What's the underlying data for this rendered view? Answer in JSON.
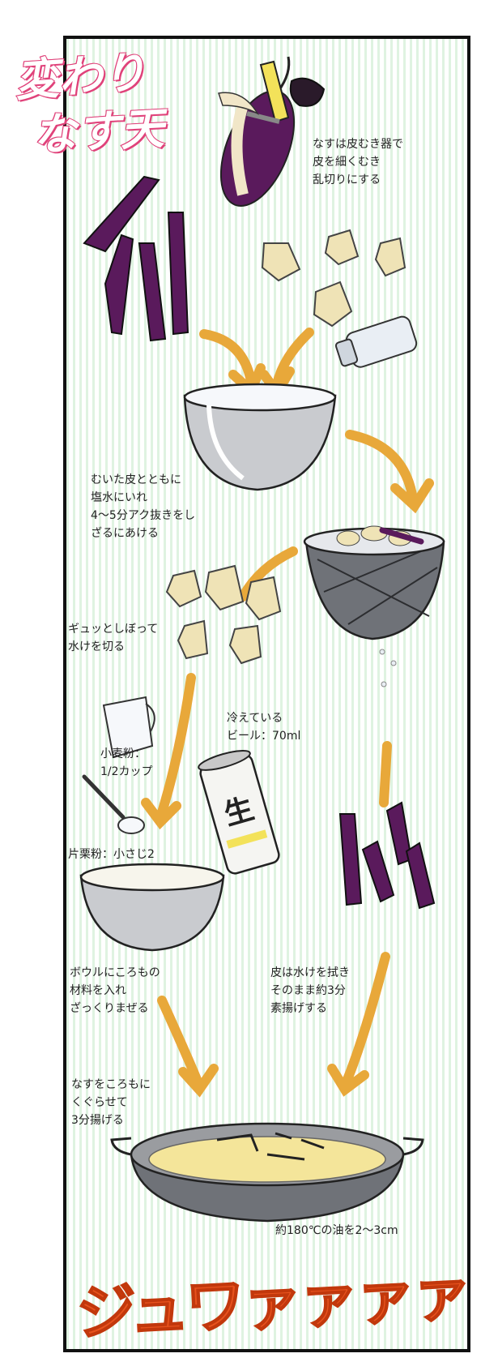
{
  "title": {
    "line1": "変わり",
    "line2": "なす天"
  },
  "steps": {
    "peel_cut": [
      "なすは皮むき器で",
      "皮を細くむき",
      "乱切りにする"
    ],
    "soak": [
      "むいた皮とともに",
      "塩水にいれ",
      "4～5分アク抜きをし",
      "ざるにあける"
    ],
    "squeeze": [
      "ギュッとしぼって",
      "水けを切る"
    ],
    "flour": [
      "小麦粉：",
      "1/2カップ"
    ],
    "beer": [
      "冷えている",
      "ビール：70ml"
    ],
    "potato_starch": "片栗粉：小さじ2",
    "batter": [
      "ボウルにころもの",
      "材料を入れ",
      "ざっくりまぜる"
    ],
    "skins": [
      "皮は水けを拭き",
      "そのまま約3分",
      "素揚げする"
    ],
    "fry": [
      "なすをころもに",
      "くぐらせて",
      "3分揚げる"
    ],
    "oil": "約180℃の油を2～3cm"
  },
  "can_label": "生",
  "sound_effect": "ジュワァァァァ",
  "colors": {
    "eggplant": "#5a1a5c",
    "arrow": "#e8a83a",
    "title_stroke": "#e0427a",
    "sfx": "#e8531e",
    "stripe": "#dff3e1"
  }
}
